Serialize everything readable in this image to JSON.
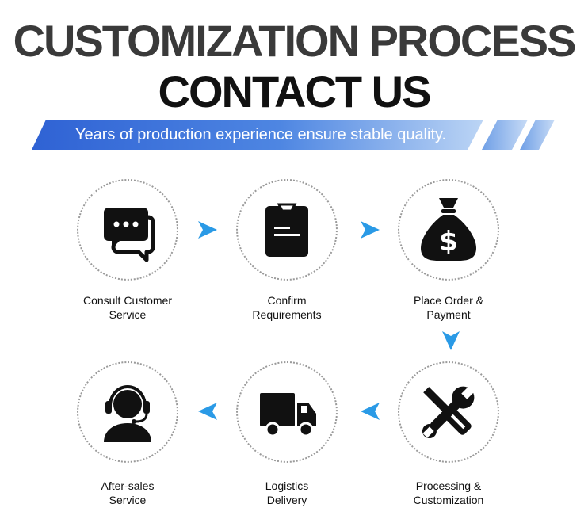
{
  "header": {
    "title_line1": "CUSTOMIZATION PROCESS",
    "title_line2": "CONTACT US",
    "tagline": "Years of production experience ensure stable quality."
  },
  "colors": {
    "banner_dark": "#2f62d4",
    "banner_light": "#9fc1f0",
    "arrow": "#2a9ae6",
    "icon": "#111111"
  },
  "steps": [
    {
      "label_line1": "Consult Customer",
      "label_line2": "Service",
      "icon": "chat-bubbles-icon"
    },
    {
      "label_line1": "Confirm",
      "label_line2": "Requirements",
      "icon": "clipboard-icon"
    },
    {
      "label_line1": "Place Order &",
      "label_line2": "Payment",
      "icon": "money-bag-icon"
    },
    {
      "label_line1": "Processing &",
      "label_line2": "Customization",
      "icon": "wrench-screwdriver-icon"
    },
    {
      "label_line1": "Logistics",
      "label_line2": "Delivery",
      "icon": "delivery-truck-icon"
    },
    {
      "label_line1": "After-sales",
      "label_line2": "Service",
      "icon": "headset-agent-icon"
    }
  ]
}
